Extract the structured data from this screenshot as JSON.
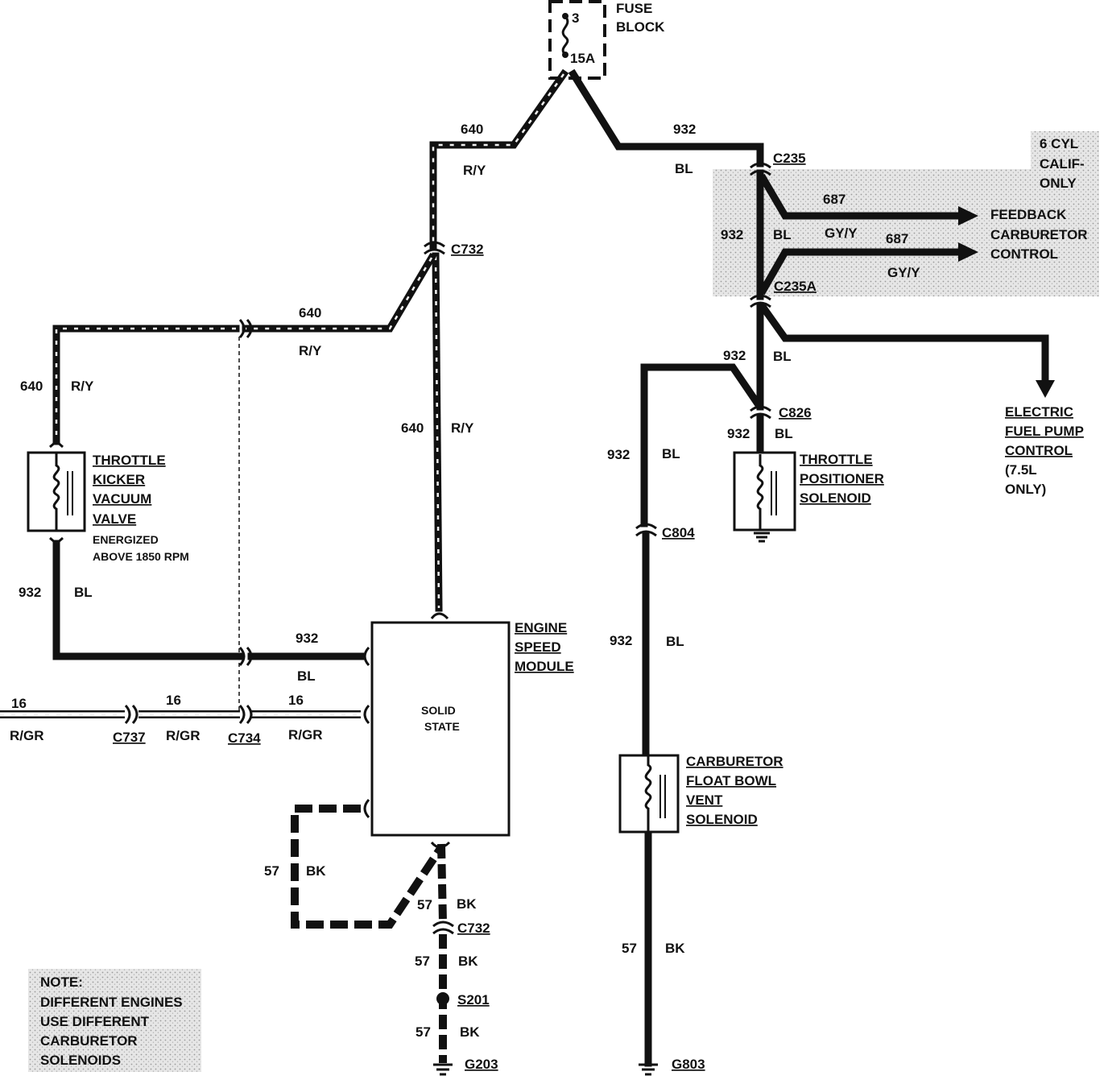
{
  "fuse_block": {
    "label_1": "FUSE",
    "label_2": "BLOCK",
    "fuse_number": "3",
    "rating": "15A"
  },
  "wires": {
    "c640_top": {
      "number": "640",
      "color": "R/Y"
    },
    "c932_top": {
      "number": "932",
      "color": "BL"
    },
    "c640_mid": {
      "number": "640",
      "color": "R/Y"
    },
    "c640_left": {
      "number": "640",
      "color": "R/Y"
    },
    "c640_vert": {
      "number": "640",
      "color": "R/Y"
    },
    "c932_left": {
      "number": "932",
      "color": "BL"
    },
    "c932_esm": {
      "number": "932",
      "color": "BL"
    },
    "c16_a": {
      "number": "16",
      "color": "R/GR"
    },
    "c16_b": {
      "number": "16",
      "color": "R/GR"
    },
    "c16_c": {
      "number": "16",
      "color": "R/GR"
    },
    "c932_between": {
      "number": "932",
      "color": "BL"
    },
    "c687_a": {
      "number": "687",
      "color": "GY/Y"
    },
    "c687_b": {
      "number": "687",
      "color": "GY/Y"
    },
    "c932_c235a": {
      "number": "932",
      "color": "BL"
    },
    "c932_c826": {
      "number": "932",
      "color": "BL"
    },
    "c932_right_upper": {
      "number": "932",
      "color": "BL"
    },
    "c932_right_lower": {
      "number": "932",
      "color": "BL"
    },
    "c57_loop": {
      "number": "57",
      "color": "BK"
    },
    "c57_a": {
      "number": "57",
      "color": "BK"
    },
    "c57_b": {
      "number": "57",
      "color": "BK"
    },
    "c57_c": {
      "number": "57",
      "color": "BK"
    },
    "c57_right": {
      "number": "57",
      "color": "BK"
    }
  },
  "connectors": {
    "c235": "C235",
    "c235a": "C235A",
    "c732_top": "C732",
    "c732_bottom": "C732",
    "c826": "C826",
    "c804": "C804",
    "c737": "C737",
    "c734": "C734",
    "s201": "S201",
    "g203": "G203",
    "g803": "G803"
  },
  "components": {
    "kicker": {
      "line1": "THROTTLE",
      "line2": "KICKER",
      "line3": "VACUUM",
      "line4": "VALVE",
      "note1": "ENERGIZED",
      "note2": "ABOVE 1850 RPM"
    },
    "positioner": {
      "line1": "THROTTLE",
      "line2": "POSITIONER",
      "line3": "SOLENOID"
    },
    "esm": {
      "line1": "ENGINE",
      "line2": "SPEED",
      "line3": "MODULE",
      "inner1": "SOLID",
      "inner2": "STATE"
    },
    "float_bowl": {
      "line1": "CARBURETOR",
      "line2": "FLOAT BOWL",
      "line3": "VENT",
      "line4": "SOLENOID"
    },
    "feedback": {
      "line1": "FEEDBACK",
      "line2": "CARBURETOR",
      "line3": "CONTROL"
    },
    "fuel_pump": {
      "line1": "ELECTRIC",
      "line2": "FUEL PUMP",
      "line3": "CONTROL",
      "line4": "(7.5L",
      "line5": "ONLY)"
    }
  },
  "calif_note": {
    "line1": "6 CYL",
    "line2": "CALIF-",
    "line3": "ONLY"
  },
  "note": {
    "line1": "NOTE:",
    "line2": "DIFFERENT ENGINES",
    "line3": "USE DIFFERENT",
    "line4": "CARBURETOR",
    "line5": "SOLENOIDS"
  },
  "colors": {
    "ink": "#111111",
    "paper": "#ffffff",
    "shade": "#d6d6d6"
  }
}
